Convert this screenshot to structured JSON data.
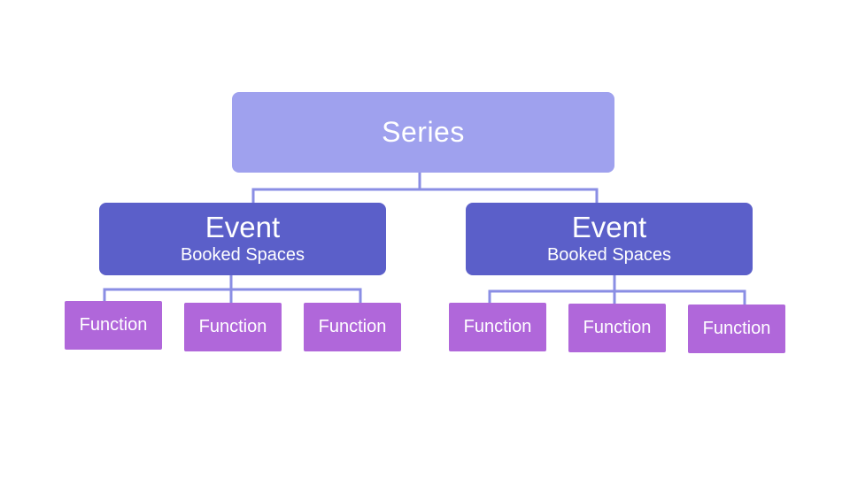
{
  "colors": {
    "series_fill": "#9fa1ee",
    "event_fill": "#5b5fc9",
    "function_fill": "#b067da",
    "connector": "#8a8ee4",
    "text": "#ffffff"
  },
  "series": {
    "label": "Series"
  },
  "events": [
    {
      "title": "Event",
      "subtitle": "Booked Spaces",
      "functions": [
        "Function",
        "Function",
        "Function"
      ]
    },
    {
      "title": "Event",
      "subtitle": "Booked Spaces",
      "functions": [
        "Function",
        "Function",
        "Function"
      ]
    }
  ]
}
